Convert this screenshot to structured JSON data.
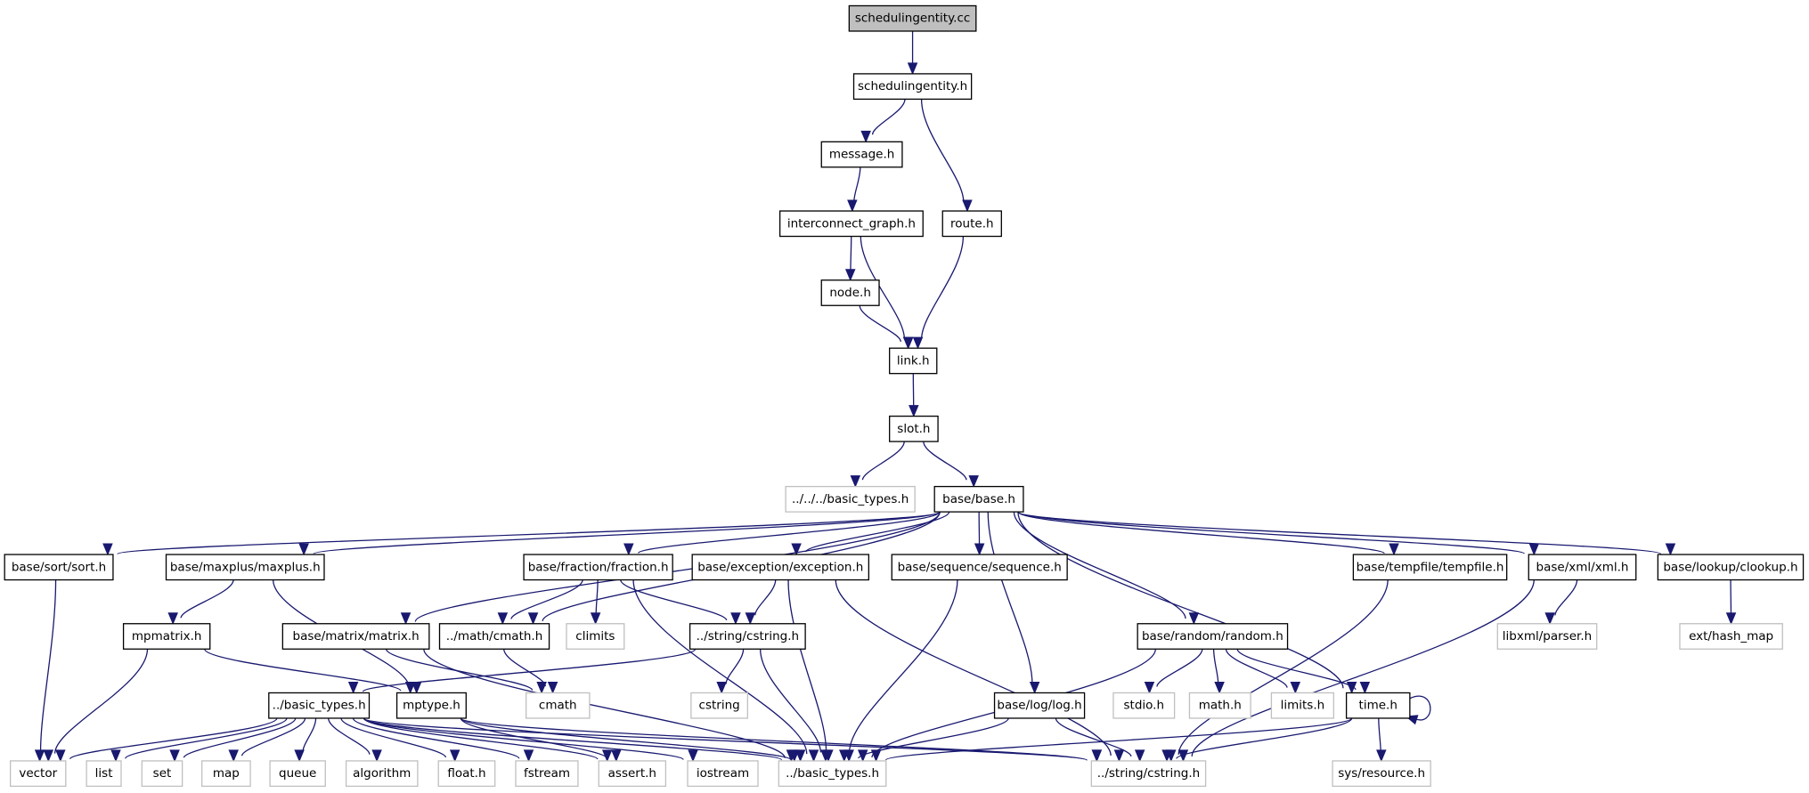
{
  "title": "schedulingentity.cc include dependency graph",
  "colors": {
    "edge": "#191970",
    "root_fill": "#bfbfbf",
    "node_border": "#000000",
    "external_border": "#c0c0c0"
  },
  "nodes": [
    {
      "id": "schedulingentity_cc",
      "label": "schedulingentity.cc",
      "kind": "root"
    },
    {
      "id": "schedulingentity_h",
      "label": "schedulingentity.h",
      "kind": "documented"
    },
    {
      "id": "message_h",
      "label": "message.h",
      "kind": "documented"
    },
    {
      "id": "interconnect_graph_h",
      "label": "interconnect_graph.h",
      "kind": "documented"
    },
    {
      "id": "route_h",
      "label": "route.h",
      "kind": "documented"
    },
    {
      "id": "node_h",
      "label": "node.h",
      "kind": "documented"
    },
    {
      "id": "link_h",
      "label": "link.h",
      "kind": "documented"
    },
    {
      "id": "slot_h",
      "label": "slot.h",
      "kind": "documented"
    },
    {
      "id": "basic_types_up3",
      "label": "../../../basic_types.h",
      "kind": "external"
    },
    {
      "id": "base_h",
      "label": "base/base.h",
      "kind": "documented"
    },
    {
      "id": "sort_h",
      "label": "base/sort/sort.h",
      "kind": "documented"
    },
    {
      "id": "maxplus_h",
      "label": "base/maxplus/maxplus.h",
      "kind": "documented"
    },
    {
      "id": "fraction_h",
      "label": "base/fraction/fraction.h",
      "kind": "documented"
    },
    {
      "id": "exception_h",
      "label": "base/exception/exception.h",
      "kind": "documented"
    },
    {
      "id": "sequence_h",
      "label": "base/sequence/sequence.h",
      "kind": "documented"
    },
    {
      "id": "tempfile_h",
      "label": "base/tempfile/tempfile.h",
      "kind": "documented"
    },
    {
      "id": "xml_h",
      "label": "base/xml/xml.h",
      "kind": "documented"
    },
    {
      "id": "clookup_h",
      "label": "base/lookup/clookup.h",
      "kind": "documented"
    },
    {
      "id": "mpmatrix_h",
      "label": "mpmatrix.h",
      "kind": "documented"
    },
    {
      "id": "matrix_h",
      "label": "base/matrix/matrix.h",
      "kind": "documented"
    },
    {
      "id": "cmath_h",
      "label": "../math/cmath.h",
      "kind": "documented"
    },
    {
      "id": "climits",
      "label": "climits",
      "kind": "external"
    },
    {
      "id": "cstring_h_doc",
      "label": "../string/cstring.h",
      "kind": "documented"
    },
    {
      "id": "random_h",
      "label": "base/random/random.h",
      "kind": "documented"
    },
    {
      "id": "libxml_parser_h",
      "label": "libxml/parser.h",
      "kind": "external"
    },
    {
      "id": "hash_map",
      "label": "ext/hash_map",
      "kind": "external"
    },
    {
      "id": "basic_types_up1_doc",
      "label": "../basic_types.h",
      "kind": "documented"
    },
    {
      "id": "mptype_h",
      "label": "mptype.h",
      "kind": "documented"
    },
    {
      "id": "cmath",
      "label": "cmath",
      "kind": "external"
    },
    {
      "id": "cstring",
      "label": "cstring",
      "kind": "external"
    },
    {
      "id": "log_h",
      "label": "base/log/log.h",
      "kind": "documented"
    },
    {
      "id": "stdio_h",
      "label": "stdio.h",
      "kind": "external"
    },
    {
      "id": "math_h",
      "label": "math.h",
      "kind": "external"
    },
    {
      "id": "limits_h",
      "label": "limits.h",
      "kind": "external"
    },
    {
      "id": "time_h",
      "label": "time.h",
      "kind": "documented"
    },
    {
      "id": "vector",
      "label": "vector",
      "kind": "external"
    },
    {
      "id": "list",
      "label": "list",
      "kind": "external"
    },
    {
      "id": "set",
      "label": "set",
      "kind": "external"
    },
    {
      "id": "map",
      "label": "map",
      "kind": "external"
    },
    {
      "id": "queue",
      "label": "queue",
      "kind": "external"
    },
    {
      "id": "algorithm",
      "label": "algorithm",
      "kind": "external"
    },
    {
      "id": "float_h",
      "label": "float.h",
      "kind": "external"
    },
    {
      "id": "fstream",
      "label": "fstream",
      "kind": "external"
    },
    {
      "id": "assert_h",
      "label": "assert.h",
      "kind": "external"
    },
    {
      "id": "iostream",
      "label": "iostream",
      "kind": "external"
    },
    {
      "id": "basic_types_up1_ext",
      "label": "../basic_types.h",
      "kind": "external"
    },
    {
      "id": "cstring_h_ext",
      "label": "../string/cstring.h",
      "kind": "external"
    },
    {
      "id": "sys_resource_h",
      "label": "sys/resource.h",
      "kind": "external"
    }
  ],
  "edges": [
    [
      "schedulingentity_cc",
      "schedulingentity_h"
    ],
    [
      "schedulingentity_h",
      "message_h"
    ],
    [
      "schedulingentity_h",
      "route_h"
    ],
    [
      "message_h",
      "interconnect_graph_h"
    ],
    [
      "interconnect_graph_h",
      "node_h"
    ],
    [
      "interconnect_graph_h",
      "link_h"
    ],
    [
      "route_h",
      "link_h"
    ],
    [
      "node_h",
      "link_h"
    ],
    [
      "link_h",
      "slot_h"
    ],
    [
      "slot_h",
      "basic_types_up3"
    ],
    [
      "slot_h",
      "base_h"
    ],
    [
      "base_h",
      "sort_h"
    ],
    [
      "base_h",
      "maxplus_h"
    ],
    [
      "base_h",
      "matrix_h"
    ],
    [
      "base_h",
      "cmath_h"
    ],
    [
      "base_h",
      "fraction_h"
    ],
    [
      "base_h",
      "exception_h"
    ],
    [
      "base_h",
      "sequence_h"
    ],
    [
      "base_h",
      "log_h"
    ],
    [
      "base_h",
      "random_h"
    ],
    [
      "base_h",
      "time_h"
    ],
    [
      "base_h",
      "tempfile_h"
    ],
    [
      "base_h",
      "xml_h"
    ],
    [
      "base_h",
      "clookup_h"
    ],
    [
      "sort_h",
      "vector"
    ],
    [
      "maxplus_h",
      "mpmatrix_h"
    ],
    [
      "maxplus_h",
      "mptype_h"
    ],
    [
      "mpmatrix_h",
      "vector"
    ],
    [
      "mpmatrix_h",
      "mptype_h"
    ],
    [
      "matrix_h",
      "cmath"
    ],
    [
      "matrix_h",
      "basic_types_up1_ext"
    ],
    [
      "fraction_h",
      "cmath_h"
    ],
    [
      "fraction_h",
      "climits"
    ],
    [
      "fraction_h",
      "cstring_h_doc"
    ],
    [
      "fraction_h",
      "basic_types_up1_ext"
    ],
    [
      "cmath_h",
      "cmath"
    ],
    [
      "exception_h",
      "cstring_h_doc"
    ],
    [
      "exception_h",
      "basic_types_up1_ext"
    ],
    [
      "exception_h",
      "cstring_h_ext"
    ],
    [
      "cstring_h_doc",
      "basic_types_up1_doc"
    ],
    [
      "cstring_h_doc",
      "cstring"
    ],
    [
      "cstring_h_doc",
      "basic_types_up1_ext"
    ],
    [
      "sequence_h",
      "basic_types_up1_ext"
    ],
    [
      "basic_types_up1_doc",
      "vector"
    ],
    [
      "basic_types_up1_doc",
      "list"
    ],
    [
      "basic_types_up1_doc",
      "set"
    ],
    [
      "basic_types_up1_doc",
      "map"
    ],
    [
      "basic_types_up1_doc",
      "queue"
    ],
    [
      "basic_types_up1_doc",
      "algorithm"
    ],
    [
      "basic_types_up1_doc",
      "float_h"
    ],
    [
      "basic_types_up1_doc",
      "fstream"
    ],
    [
      "basic_types_up1_doc",
      "assert_h"
    ],
    [
      "basic_types_up1_doc",
      "iostream"
    ],
    [
      "basic_types_up1_doc",
      "basic_types_up1_ext"
    ],
    [
      "basic_types_up1_doc",
      "cstring_h_ext"
    ],
    [
      "mptype_h",
      "assert_h"
    ],
    [
      "mptype_h",
      "basic_types_up1_ext"
    ],
    [
      "mptype_h",
      "cstring_h_ext"
    ],
    [
      "log_h",
      "basic_types_up1_ext"
    ],
    [
      "log_h",
      "cstring_h_ext"
    ],
    [
      "random_h",
      "basic_types_up1_ext"
    ],
    [
      "random_h",
      "stdio_h"
    ],
    [
      "random_h",
      "math_h"
    ],
    [
      "random_h",
      "limits_h"
    ],
    [
      "random_h",
      "time_h"
    ],
    [
      "time_h",
      "time_h"
    ],
    [
      "time_h",
      "basic_types_up1_ext"
    ],
    [
      "time_h",
      "cstring_h_ext"
    ],
    [
      "time_h",
      "sys_resource_h"
    ],
    [
      "tempfile_h",
      "cstring_h_ext"
    ],
    [
      "xml_h",
      "libxml_parser_h"
    ],
    [
      "xml_h",
      "cstring_h_ext"
    ],
    [
      "clookup_h",
      "hash_map"
    ]
  ]
}
